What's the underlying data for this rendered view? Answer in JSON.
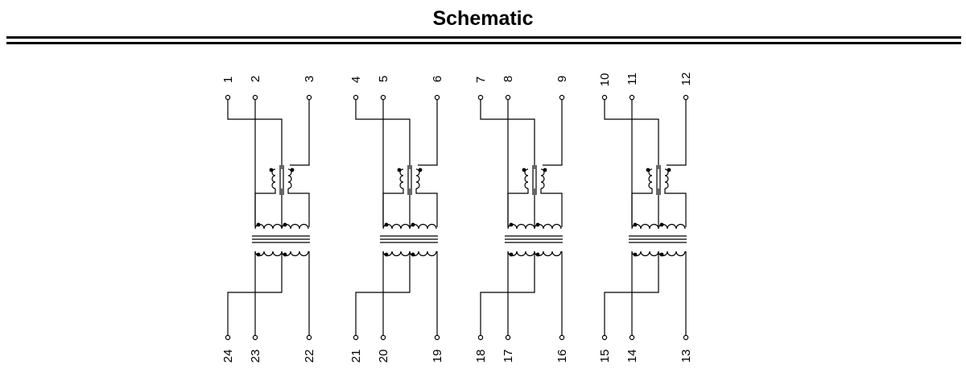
{
  "title": "Schematic",
  "channels": [
    {
      "top_pins": [
        "1",
        "2",
        "3"
      ],
      "bottom_pins": [
        "24",
        "23",
        "22"
      ]
    },
    {
      "top_pins": [
        "4",
        "5",
        "6"
      ],
      "bottom_pins": [
        "21",
        "20",
        "19"
      ]
    },
    {
      "top_pins": [
        "7",
        "8",
        "9"
      ],
      "bottom_pins": [
        "18",
        "17",
        "16"
      ]
    },
    {
      "top_pins": [
        "10",
        "11",
        "12"
      ],
      "bottom_pins": [
        "15",
        "14",
        "13"
      ]
    }
  ]
}
